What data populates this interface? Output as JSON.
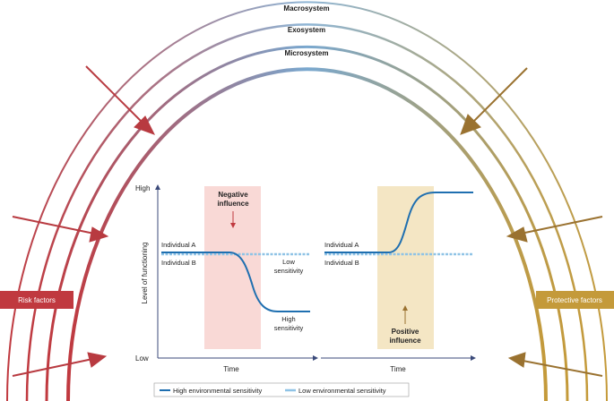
{
  "rings": {
    "macrosystem": "Macrosystem",
    "exosystem": "Exosystem",
    "microsystem": "Microsystem"
  },
  "side_labels": {
    "risk": "Risk factors",
    "protective": "Protective factors"
  },
  "left_panel": {
    "y_high": "High",
    "y_low": "Low",
    "y_axis_label": "Level of functioning",
    "x_axis_label": "Time",
    "individual_a": "Individual A",
    "individual_b": "Individual B",
    "influence_line1": "Negative",
    "influence_line2": "influence",
    "low_sens_line1": "Low",
    "low_sens_line2": "sensitivity",
    "high_sens_line1": "High",
    "high_sens_line2": "sensitivity"
  },
  "right_panel": {
    "x_axis_label": "Time",
    "individual_a": "Individual A",
    "individual_b": "Individual B",
    "influence_line1": "Positive",
    "influence_line2": "influence"
  },
  "legend": {
    "high": "High environmental sensitivity",
    "low": "Low environmental sensitivity"
  },
  "colors": {
    "risk": "#c0393f",
    "protective": "#c49a3a",
    "high_sensitivity": "#1f6fb0",
    "low_sensitivity": "#8fc3e6",
    "negative_band": "#f9d9d6",
    "positive_band": "#f4e6c4",
    "axis": "#3b4a7a"
  }
}
